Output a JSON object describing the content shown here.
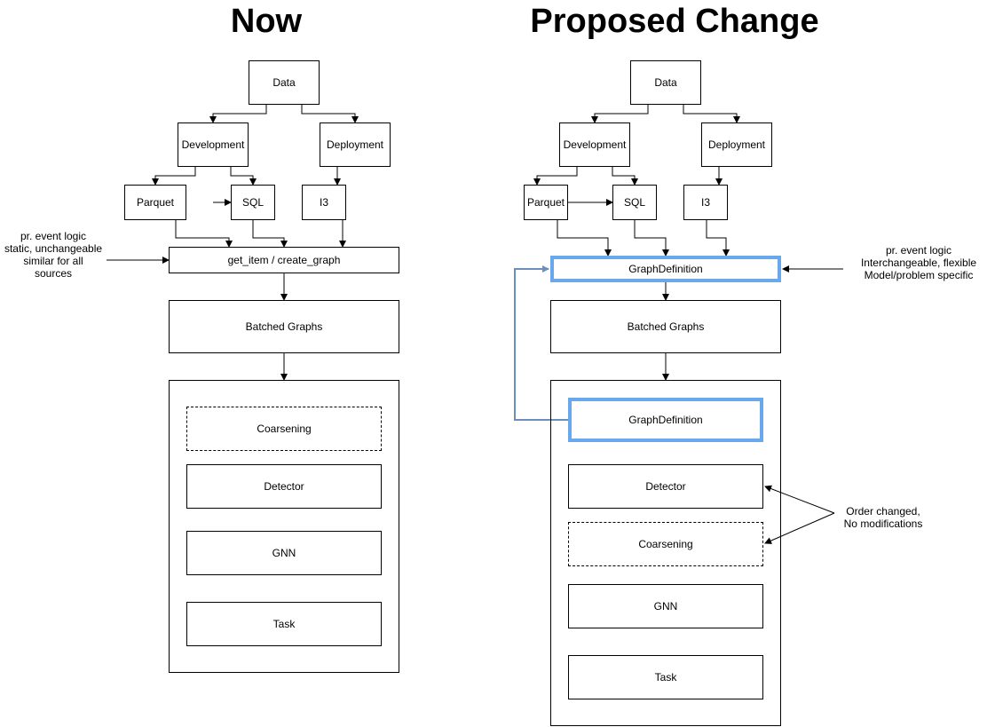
{
  "left": {
    "title": "Now",
    "data": "Data",
    "development": "Development",
    "deployment": "Deployment",
    "parquet": "Parquet",
    "sql": "SQL",
    "i3": "I3",
    "get_item": "get_item / create_graph",
    "batched": "Batched Graphs",
    "coarsening": "Coarsening",
    "detector": "Detector",
    "gnn": "GNN",
    "task": "Task",
    "note": [
      "pr. event logic",
      "static, unchangeable",
      "similar for all",
      "sources"
    ]
  },
  "right": {
    "title": "Proposed Change",
    "data": "Data",
    "development": "Development",
    "deployment": "Deployment",
    "parquet": "Parquet",
    "sql": "SQL",
    "i3": "I3",
    "graph_definition": "GraphDefinition",
    "batched": "Batched Graphs",
    "graph_definition_inner": "GraphDefinition",
    "detector": "Detector",
    "coarsening": "Coarsening",
    "gnn": "GNN",
    "task": "Task",
    "note": [
      "pr. event logic",
      "Interchangeable, flexible",
      "Model/problem specific"
    ],
    "order_note": [
      "Order changed,",
      "No modifications"
    ]
  },
  "colors": {
    "highlight": "#6aa8ee",
    "loop_line": "#6c8ebf"
  }
}
